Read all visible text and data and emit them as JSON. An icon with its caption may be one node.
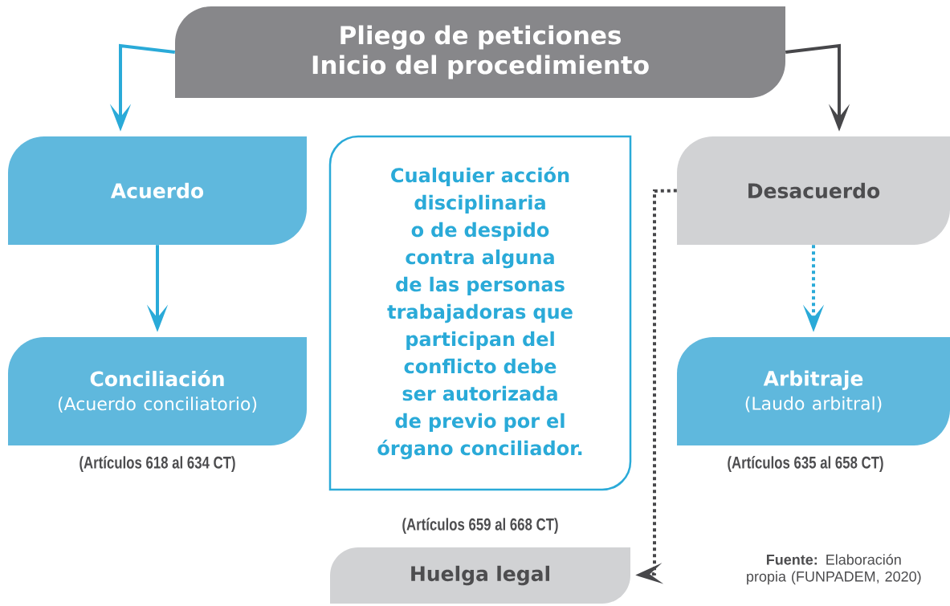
{
  "diagram": {
    "nodes": [
      {
        "text": [
          "Pliego de peticiones Inicio del procedimiento"
        ]
      },
      {
        "text": [
          "Acuerdo"
        ]
      },
      {
        "text": [
          "Conciliación",
          "(Acuerdo conciliatorio)"
        ],
        "beside": [
          "(Artículos 618 al 634 CT)"
        ]
      },
      {
        "text": [
          "Cualquier acción disciplinaria o de despido contra alguna de las personas trabajadoras que participan del conflicto debe ser autorizada de previo por el órgano conciliador."
        ]
      },
      {
        "text": [
          "Desacuerdo"
        ]
      },
      {
        "text": [
          "Arbitraje",
          "(Laudo arbitral)"
        ],
        "beside": [
          "(Artículos 635 al 658 CT)"
        ]
      },
      {
        "text": [
          "Huelga legal"
        ]
      }
    ],
    "edges": [
      {
        "from": 0,
        "to": 1,
        "arrow": "to"
      },
      {
        "from": 0,
        "to": 4,
        "arrow": "to",
        "color": "#47474a"
      },
      {
        "from": 1,
        "to": 2,
        "arrow": "to"
      },
      {
        "from": 4,
        "to": 5,
        "arrow": "to",
        "style": "dashed"
      },
      {
        "from": 4,
        "to": 6,
        "arrow": "to",
        "style": "dashed",
        "color": "#47474a"
      }
    ],
    "labels": [
      "(Artículos 659 al 668 CT)",
      "**Fuente:** Elaboración propia (FUNPADEM, 2020)"
    ]
  }
}
